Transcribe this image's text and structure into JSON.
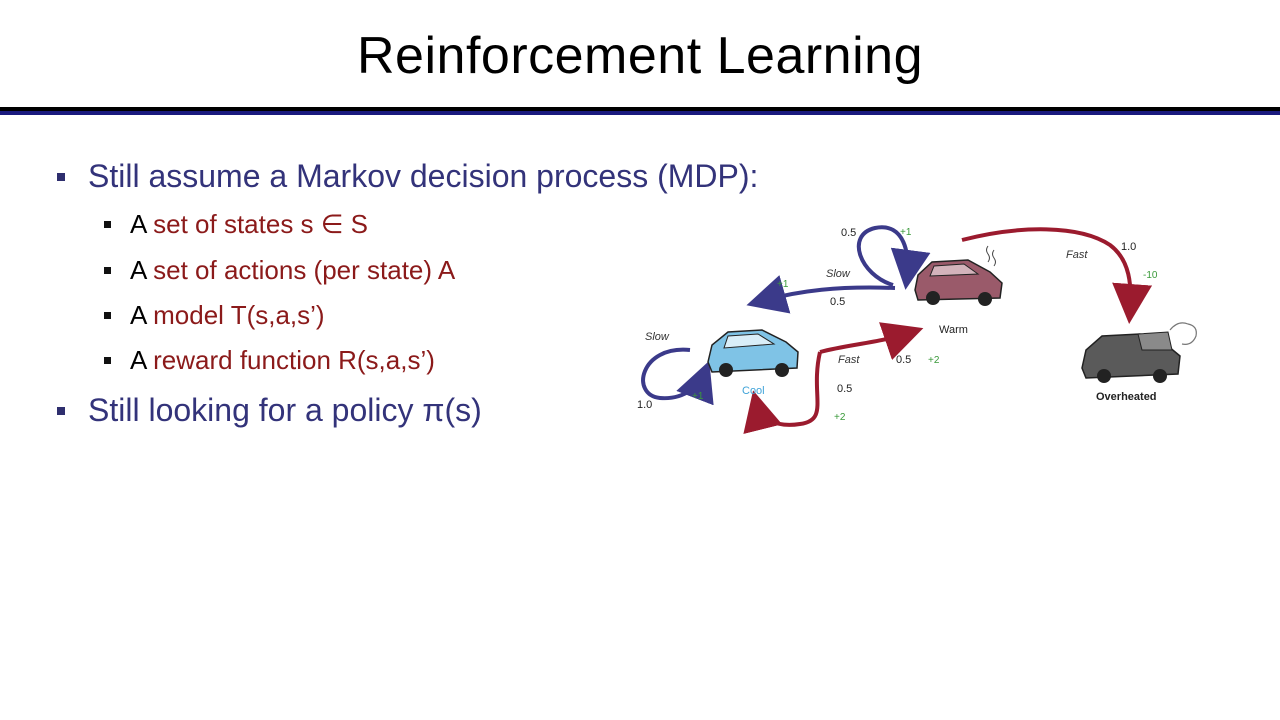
{
  "title": "Reinforcement Learning",
  "bullets": [
    {
      "text": "Still assume a Markov decision process (MDP):",
      "sub": [
        {
          "prefix": "A ",
          "highlight": "set of states s ∈ S"
        },
        {
          "prefix": "A ",
          "highlight": "set of actions (per state) A"
        },
        {
          "prefix": "A ",
          "highlight": "model T(s,a,s’)"
        },
        {
          "prefix": "A ",
          "highlight": "reward function R(s,a,s’)"
        }
      ]
    },
    {
      "text": "Still looking for a policy π(s)"
    }
  ],
  "diagram": {
    "states": {
      "cool": "Cool",
      "warm": "Warm",
      "overheated": "Overheated"
    },
    "actions": {
      "slow": "Slow",
      "fast": "Fast"
    },
    "transitions": {
      "cool_slow_cool": {
        "action": "Slow",
        "prob": "1.0",
        "reward": "+1"
      },
      "cool_fast_cool": {
        "action": "Fast",
        "prob": "0.5",
        "reward": "+2"
      },
      "cool_fast_warm": {
        "action": "Fast",
        "prob": "0.5",
        "reward": "+2"
      },
      "warm_slow_warm": {
        "action": "Slow",
        "prob": "0.5",
        "reward": "+1"
      },
      "warm_slow_cool": {
        "action": "Slow",
        "prob": "0.5",
        "reward": "+1"
      },
      "warm_fast_overheated": {
        "action": "Fast",
        "prob": "1.0",
        "reward": "-10"
      }
    },
    "colors": {
      "slow_arrow": "#3b3a8a",
      "fast_arrow": "#9b1b2e",
      "cool_label": "#3fa3d8",
      "reward": "#3a9a3a"
    }
  }
}
